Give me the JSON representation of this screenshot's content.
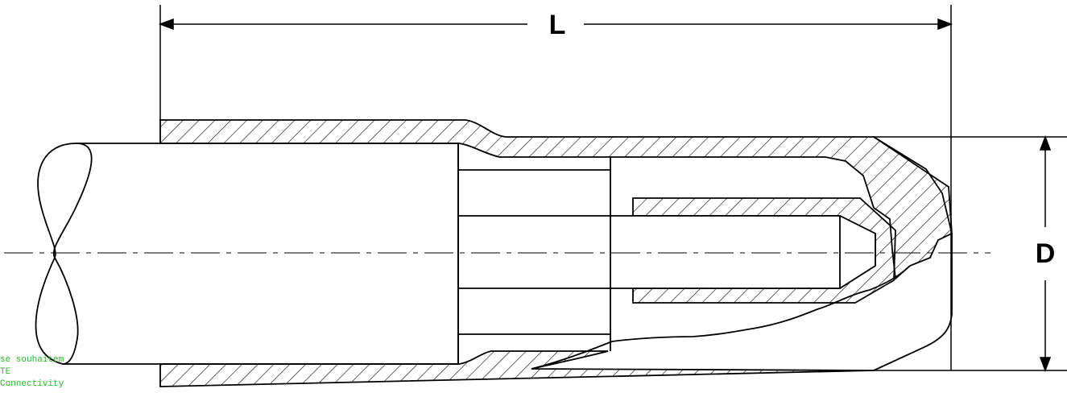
{
  "dimensions": {
    "length_label": "L",
    "diameter_label": "D"
  },
  "watermark": {
    "lines": [
      "se souhaitem",
      "TE",
      "Connectivity"
    ]
  },
  "colors": {
    "line": "#000000",
    "watermark": "#22bb22",
    "background": "#ffffff"
  }
}
